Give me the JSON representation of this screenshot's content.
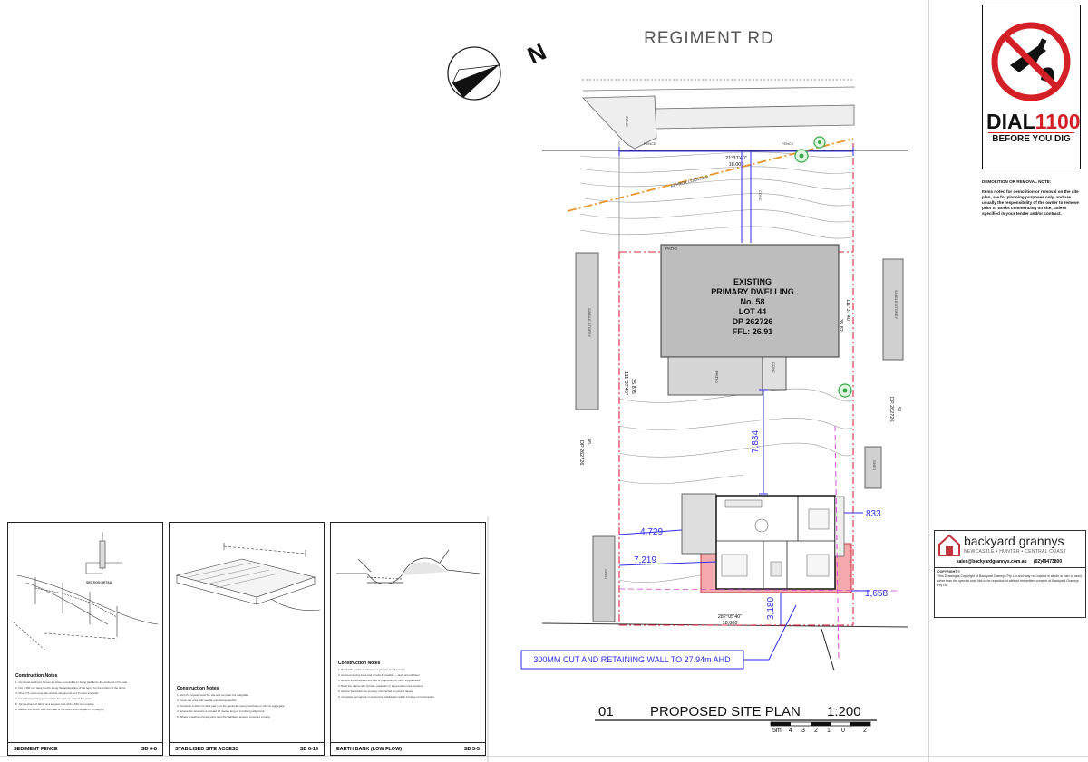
{
  "road": {
    "name": "REGIMENT RD"
  },
  "north": {
    "label": "N"
  },
  "dial_before_you_dig": {
    "title": "DIAL",
    "number": "1100",
    "subtitle": "BEFORE YOU DIG"
  },
  "demolition_note": {
    "title": "DEMOLITION OR REMOVAL NOTE:",
    "body": "Items noted for demolition or removal on the site plan, are for planning purposes only, and are usually the responsibility of the owner to remove prior to works commencing on site, unless specified in your tender and/or contract."
  },
  "existing_dwelling": {
    "lines": [
      "EXISTING",
      "PRIMARY DWELLING",
      "No. 58",
      "LOT 44",
      "DP 262726",
      "FFL: 26.91"
    ]
  },
  "boundary": {
    "front_bearing": "21°37'40\"",
    "front_length": "18.000",
    "rear_bearing": "282°05'40\"",
    "rear_length": "18.000",
    "side_bearing": "111°37'40\"",
    "side_length": "35.875",
    "side_length_right": "35.82"
  },
  "dimensions": {
    "setback_to_dwelling": "7,834",
    "left_1": "4,729",
    "left_2": "7,219",
    "right_1": "833",
    "right_2": "1,658",
    "rear": "3,180"
  },
  "labels": {
    "patio_top": "PATIO",
    "patio_bottom": "PATIO",
    "conc_drive": "CONC",
    "conc_left": "CONC",
    "conc_right": "CONC",
    "shed_left": "SHED",
    "shed_right": "SHED",
    "single_storey_left": "SINGLE STOREY",
    "single_storey_right": "SINGLE STOREY",
    "dp_left": "DP 262726",
    "lot_left": "45",
    "dp_right": "DP 262726",
    "lot_right": "43",
    "sewer": "APPROX LOCATION",
    "fence_top": "FENCE",
    "fence_right": "FENCE"
  },
  "callout": {
    "text": "300MM CUT AND RETAINING WALL TO 27.94m AHD"
  },
  "title_block": {
    "number": "01",
    "title": "PROPOSED SITE PLAN",
    "scale": "1:200",
    "scale_ticks": [
      "5m",
      "4",
      "3",
      "2",
      "1",
      "0",
      "2"
    ]
  },
  "brand": {
    "name": "backyard grannys",
    "subtitle": "NEWCASTLE • HUNTER • CENTRAL COAST",
    "email": "sales@backyardgrannys.com.au",
    "phone": "(02)49473800",
    "copyright_title": "COPYRIGHT ©",
    "copyright_text": "This Drawing is Copyright of Backyard Grannys Pty Ltd and may not copied in whole or part or used other than the specific use. Not to be reproduced without the written consent of Backyard Grannys Pty Ltd."
  },
  "details": [
    {
      "code": "SD 6-8",
      "name": "SEDIMENT FENCE",
      "section_label": "SECTION DETAIL",
      "notes_title": "Construction Notes",
      "notes": [
        "1. Construct sediment fences as close as possible to being parallel to the contours of the site.",
        "2. Cut a 150 mm deep trench along the upslope line of the fence for the bottom of the fabric.",
        "3. Drive 1.5 metre long star pickets into ground at 2.5 metre intervals.",
        "4. Fix self-supporting geotextile to the upslope side of the posts.",
        "5. Join sections of fabric at a support post with a 150 mm overlap.",
        "6. Backfill the trench over the base of the fabric and compact it thoroughly."
      ]
    },
    {
      "code": "SD 6-14",
      "name": "STABILISED SITE ACCESS",
      "notes_title": "Construction Notes",
      "notes": [
        "1. Strip the topsoil, level the site and compact the subgrade.",
        "2. Cover the area with needle-punched geotextile.",
        "3. Construct a 200 mm thick pad over the geotextile using road base or 30 mm aggregate.",
        "4. Ensure the structure is at least 15 metres long or to building alignment.",
        "5. Where a sediment fence joins onto the stabilised access, construct a hump."
      ]
    },
    {
      "code": "SD 5-5",
      "name": "EARTH BANK (LOW FLOW)",
      "notes_title": "Construction Notes",
      "notes": [
        "1. Build with gradients between 1 percent and 5 percent.",
        "2. Avoid removing trees and shrubs if possible — work around them.",
        "3. Ensure the structures are free of projections or other irregularities.",
        "4. Build the drains with circular, parabolic or trapezoidal cross sections.",
        "5. Ensure the banks are properly compacted to prevent failure.",
        "6. Complete permanent or temporary stabilisation within 10 days of construction."
      ]
    }
  ],
  "colors": {
    "boundary": "#d9253a",
    "dimension": "#2e2ee6",
    "sewer": "#e8982a",
    "granny_flat": "#f4a9ad",
    "dwelling_fill": "#bdbdbd",
    "tree": "#3aaa4a"
  }
}
